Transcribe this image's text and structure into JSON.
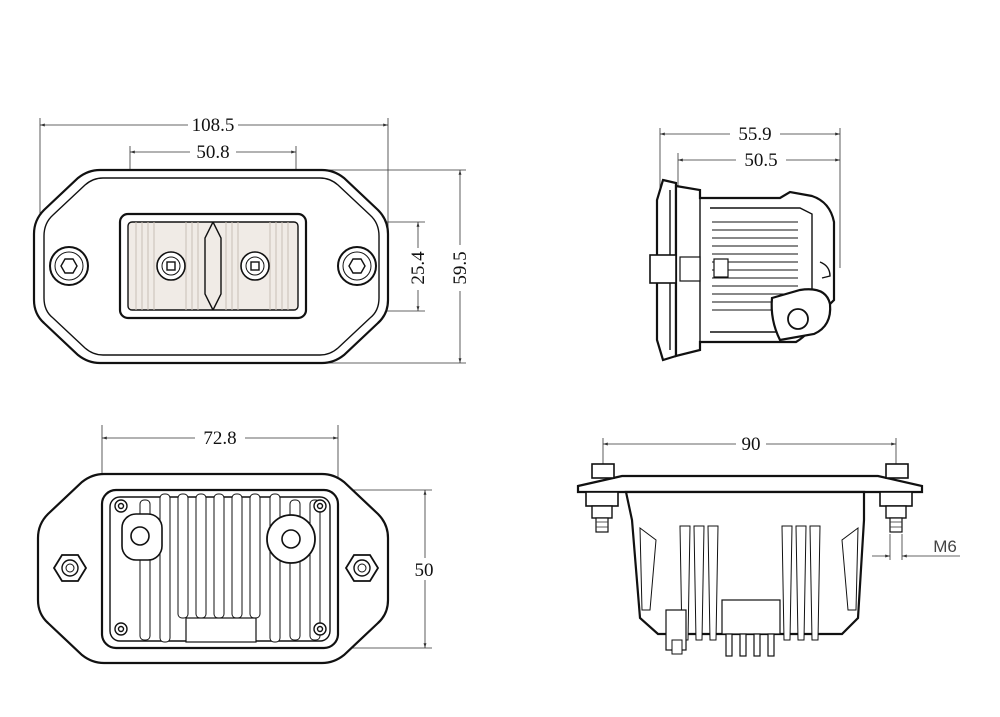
{
  "dimensions": {
    "front_width": "108.5",
    "front_lens_width": "50.8",
    "front_lens_height": "25.4",
    "front_height": "59.5",
    "side_depth": "55.9",
    "side_body_depth": "50.5",
    "back_width": "72.8",
    "back_height": "50",
    "bottom_width": "90",
    "bolt_size": "M6"
  }
}
